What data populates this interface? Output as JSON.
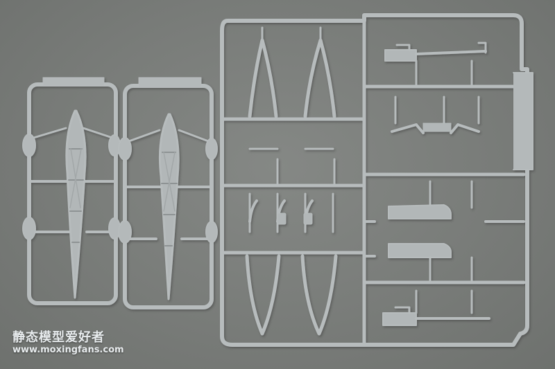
{
  "image": {
    "subject": "plastic model kit sprue frames, light grey parts on grey background",
    "colors": {
      "background": "#7b7e7b",
      "plastic": "#b7bcbd",
      "plastic_shade": "#9da2a3",
      "watermark": "#e8ecee"
    }
  },
  "watermark": {
    "title": "静态模型爱好者",
    "url": "www.moxingfans.com"
  }
}
